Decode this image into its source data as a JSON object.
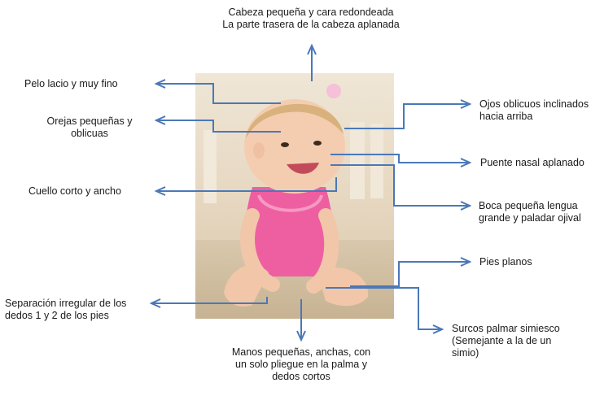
{
  "labels": {
    "top": "Cabeza pequeña y cara redondeada\nLa parte trasera de la cabeza aplanada",
    "hair": "Pelo lacio y muy fino",
    "ears": "Orejas pequeñas y\noblicuas",
    "neck": "Cuello corto y ancho",
    "toes": "Separación irregular de los\ndedos 1 y 2 de los pies",
    "hands": "Manos pequeñas, anchas, con\nun solo pliegue en la palma y\ndedos cortos",
    "eyes": "Ojos oblicuos inclinados\nhacia arriba",
    "nose": "Puente nasal aplanado",
    "mouth": "Boca pequeña lengua\ngrande y paladar ojival",
    "feet": "Pies planos",
    "palm": "Surcos palmar simiesco\n(Semejante a la de un\nsimio)"
  },
  "colors": {
    "arrow": "#4a78b8",
    "background": "#ffffff"
  }
}
